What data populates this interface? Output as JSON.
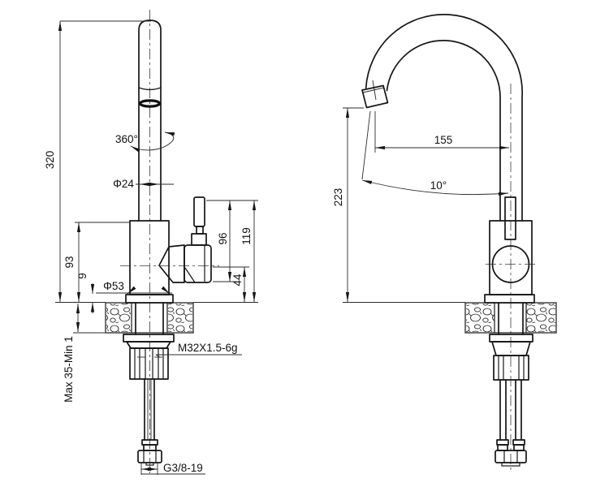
{
  "page": {
    "background": "#ffffff",
    "line_color": "#161616"
  },
  "drawing": {
    "type": "technical-drawing",
    "subject": "kitchen-faucet-two-views",
    "left_view": {
      "dim_total_height": "320",
      "dim_swivel_angle": "360°",
      "dim_spout_diameter": "Φ24",
      "dim_body_height": "93",
      "dim_base_plate_height": "9",
      "dim_base_diameter": "Φ53",
      "dim_handle_height": "96",
      "dim_handle_top_height": "119",
      "dim_valve_center_height": "44",
      "dim_mounting_range": "Max 35-Min 1",
      "dim_shank_thread": "M32X1.5-6g",
      "dim_hose_thread": "G3/8-19"
    },
    "right_view": {
      "dim_spout_reach": "155",
      "dim_spout_angle": "10°",
      "dim_outlet_height": "223"
    }
  }
}
